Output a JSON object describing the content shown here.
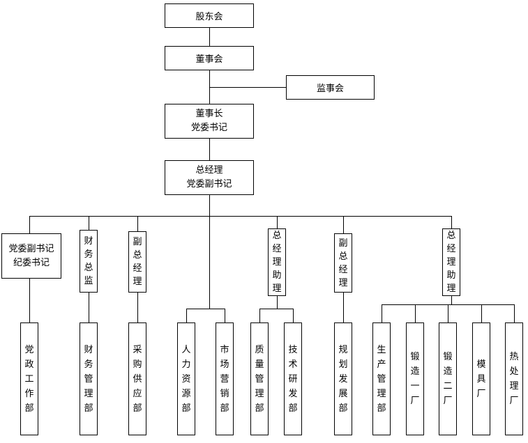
{
  "chart": {
    "top_nodes": {
      "shareholders": "股东会",
      "board": "董事会",
      "supervisory": "监事会",
      "chairman": [
        "董事长",
        "党委书记"
      ],
      "general_manager": [
        "总经理",
        "党委副书记"
      ]
    },
    "mid_nodes": [
      {
        "lines": [
          "党委副书记",
          "纪委书记"
        ]
      },
      {
        "label": "财务总监"
      },
      {
        "label": "副总经理"
      },
      {
        "label": "总经理助理"
      },
      {
        "label": "副总经理"
      },
      {
        "label": "总经理助理"
      }
    ],
    "departments": [
      "党政工作部",
      "财务管理部",
      "采购供应部",
      "人力资源部",
      "市场营销部",
      "质量管理部",
      "技术研发部",
      "规划发展部",
      "生产管理部",
      "锻造一厂",
      "锻造二厂",
      "模具厂",
      "热处理厂"
    ]
  },
  "colors": {
    "line": "#000000",
    "box_border": "#000000",
    "background": "#ffffff",
    "text": "#000000"
  }
}
